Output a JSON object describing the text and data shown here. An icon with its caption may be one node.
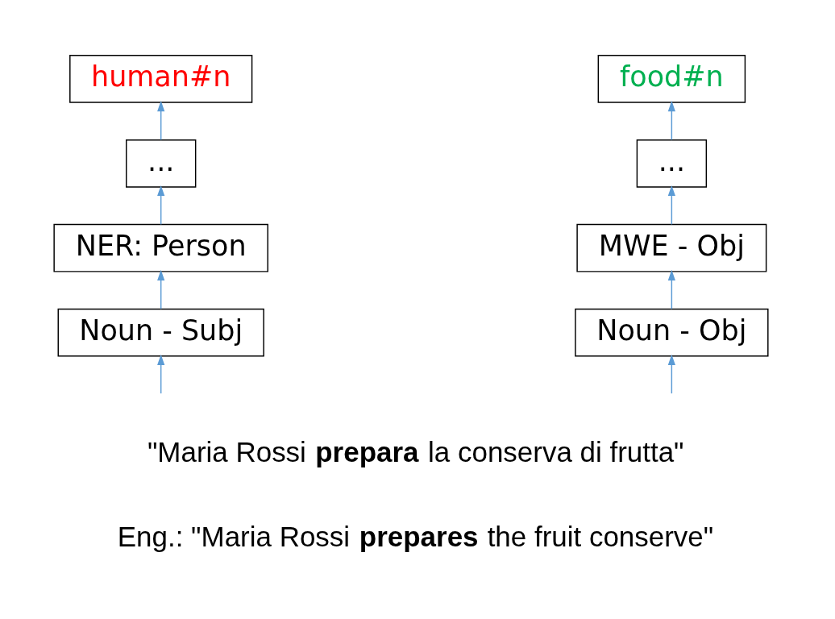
{
  "diagram": {
    "nodes": [
      {
        "text": [
          "human#n"
        ]
      },
      {
        "text": [
          "food#n"
        ]
      },
      {
        "text": [
          "..."
        ]
      },
      {
        "text": [
          "..."
        ]
      },
      {
        "text": [
          "NER: Person"
        ]
      },
      {
        "text": [
          "MWE - Obj"
        ]
      },
      {
        "text": [
          "Noun - Subj"
        ]
      },
      {
        "text": [
          "Noun - Obj"
        ]
      }
    ],
    "edges": [
      {
        "from": 6,
        "to": 4,
        "arrow": "to"
      },
      {
        "from": 4,
        "to": 2,
        "arrow": "to"
      },
      {
        "from": 2,
        "to": 0,
        "arrow": "to"
      },
      {
        "from": 7,
        "to": 5,
        "arrow": "to"
      },
      {
        "from": 5,
        "to": 3,
        "arrow": "to"
      },
      {
        "from": 3,
        "to": 1,
        "arrow": "to"
      },
      {
        "from": null,
        "to": 6,
        "arrow": "to"
      },
      {
        "from": null,
        "to": 7,
        "arrow": "to"
      }
    ],
    "labels": [
      "\"Maria Rossi **prepara** la conserva di frutta\"",
      "Eng.: \"Maria Rossi **prepares** the fruit conserve\""
    ]
  }
}
